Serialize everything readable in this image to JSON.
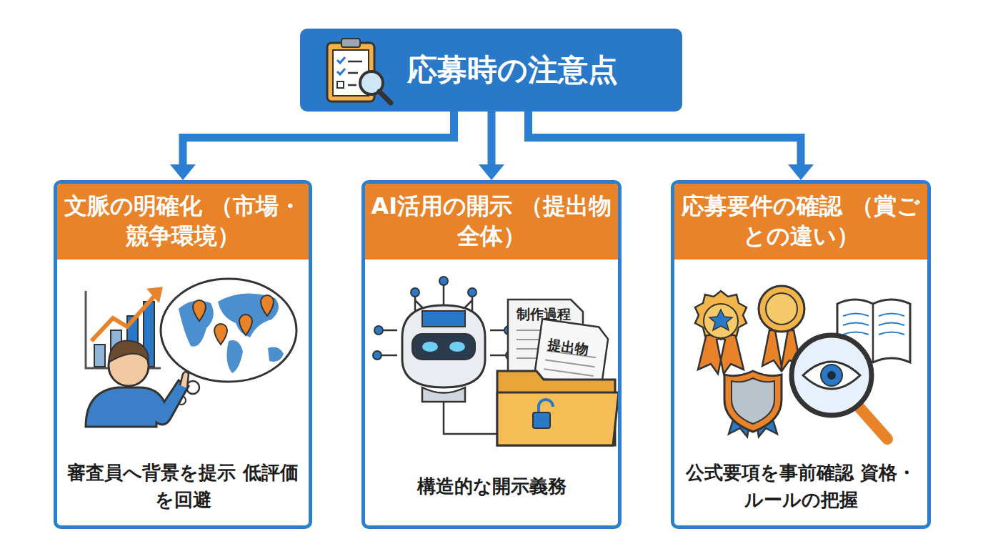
{
  "diagram": {
    "nodes": [
      {
        "text": [
          "応募時の注意点"
        ]
      },
      {
        "text": [
          "文脈の明確化 （市場・競争環境）",
          "審査員へ背景を提示 低評価を回避"
        ]
      },
      {
        "text": [
          "AI活用の開示 （提出物全体）",
          "構造的な開示義務"
        ]
      },
      {
        "text": [
          "応募要件の確認 （賞ごとの違い）",
          "公式要項を事前確認 資格・ルールの把握"
        ]
      }
    ],
    "edges": [
      {
        "from": 0,
        "to": 1,
        "arrow": "to"
      },
      {
        "from": 0,
        "to": 2,
        "arrow": "to"
      },
      {
        "from": 0,
        "to": 3,
        "arrow": "to"
      }
    ],
    "labels": [
      "制作過程",
      "提出物"
    ]
  }
}
